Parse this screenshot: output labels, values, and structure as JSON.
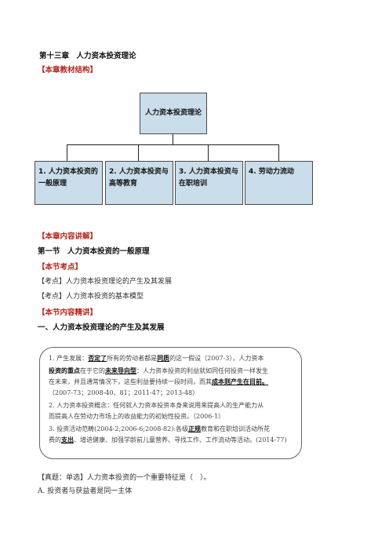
{
  "chapter_title": "第十三章　人力资本投资理论",
  "section_structure_label": "【本章教材结构】",
  "diagram": {
    "root": "人力资本投资理论",
    "children": [
      "1. 人力资本投资的一般原理",
      "2. 人力资本投资与高等教育",
      "3. 人力资本投资与在职培训",
      "4. 劳动力流动"
    ]
  },
  "content_label": "【本章内容讲解】",
  "section1_title": "第一节　人力资本投资的一般原理",
  "exam_points_label": "【本节考点】",
  "exam_points": [
    "【考点】人力资本投资理论的产生及其发展",
    "【考点】人力资本投资的基本模型"
  ],
  "detail_label": "【本节内容精讲】",
  "subsection_title": "一、人力资本投资理论的产生及其发展",
  "info_box": {
    "l1_a": "1. 产生发展：",
    "l1_b": "否定了",
    "l1_c": "所有的劳动者都是",
    "l1_d": "同质",
    "l1_e": "的这一假设（2007-3），人力资本",
    "l2_a": "投资的重点",
    "l2_b": "在于它的",
    "l2_c": "未来导向型",
    "l2_d": "：人力资本投资的利益就如同任何投资一样发生",
    "l3_a": "在未来，并且通常情况下，这些利益要持续一段时间，而其",
    "l3_b": "成本则产生在目前。",
    "l4": "（2007-73；2008-40、81；2011-47；2013-48）",
    "l5": "2. 人力资本投资概念：任何就人力资本投资本身来说用来提高人的生产能力从",
    "l6": "而提高人在劳动力市场上的收益能力的初始性投资。（2006-1）",
    "l7_a": "3. 投资活动范畴(2004-2;2006-6;2008-82):各级",
    "l7_b": "正规",
    "l7_c": "教育和在职培训活动所花",
    "l8_a": "费的",
    "l8_b": "支出",
    "l8_c": "、增进健康、加强学龄前儿童营养、寻找工作、工作流动等活动。(2014-77)"
  },
  "question": "【真题：单选】人力资本投资的一个重要特征是（　）。",
  "option_a": "A. 投资者与获益者是同一主体"
}
